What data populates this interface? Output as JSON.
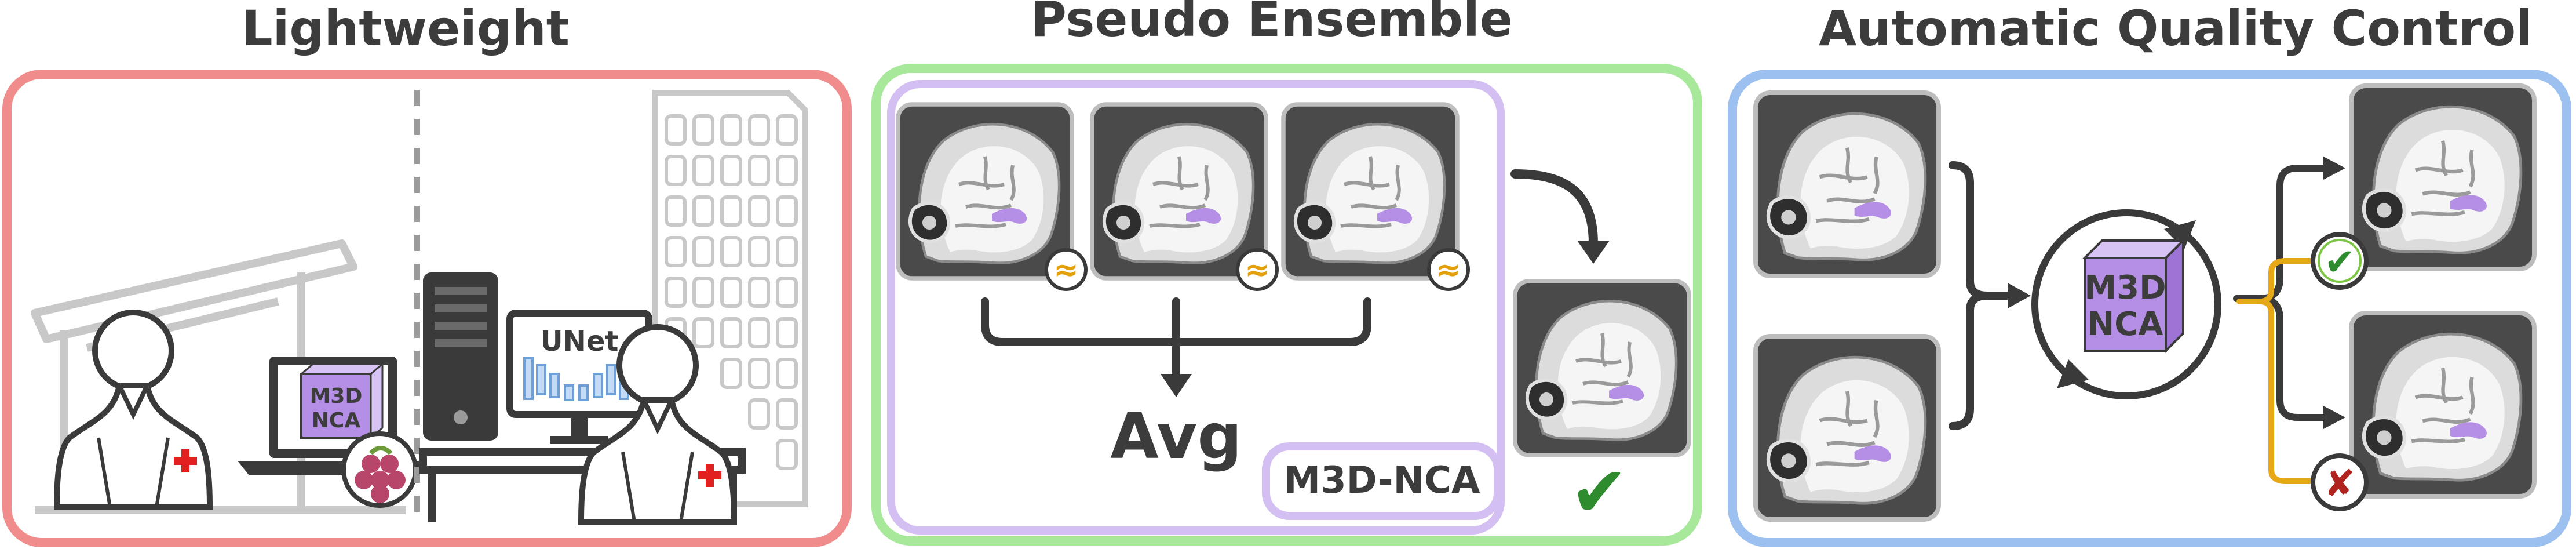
{
  "panels": {
    "lightweight": {
      "title": "Lightweight",
      "unet_label": "UNet",
      "device_label_line1": "M3D",
      "device_label_line2": "NCA"
    },
    "pseudo_ensemble": {
      "title": "Pseudo Ensemble",
      "avg_label": "Avg",
      "model_label": "M3D-NCA",
      "approx_symbol": "≈",
      "check_symbol": "✔"
    },
    "quality_control": {
      "title": "Automatic Quality Control",
      "cube_label_line1": "M3D",
      "cube_label_line2": "NCA",
      "pass_symbol": "✔",
      "fail_symbol": "✘"
    }
  },
  "colors": {
    "lightweight_border": "#f08c8c",
    "ensemble_border": "#a8e89a",
    "qc_border": "#9cc1f0",
    "nca_purple": "#b58ee6",
    "ensemble_inner_border": "#d3bff2",
    "approx_gold": "#e3a008",
    "check_green": "#2e8b2e",
    "fail_red": "#b0231f",
    "pass_ring_green": "#7cc644",
    "arrow_gold": "#e6a817",
    "dark": "#3a3a3a",
    "cross_red": "#e32020"
  },
  "icons": [
    "doctor-icon",
    "laptop-icon",
    "raspberry-icon",
    "server-icon",
    "monitor-icon",
    "building-icon",
    "brain-scan-icon",
    "check-icon",
    "cross-icon",
    "cube-icon"
  ]
}
